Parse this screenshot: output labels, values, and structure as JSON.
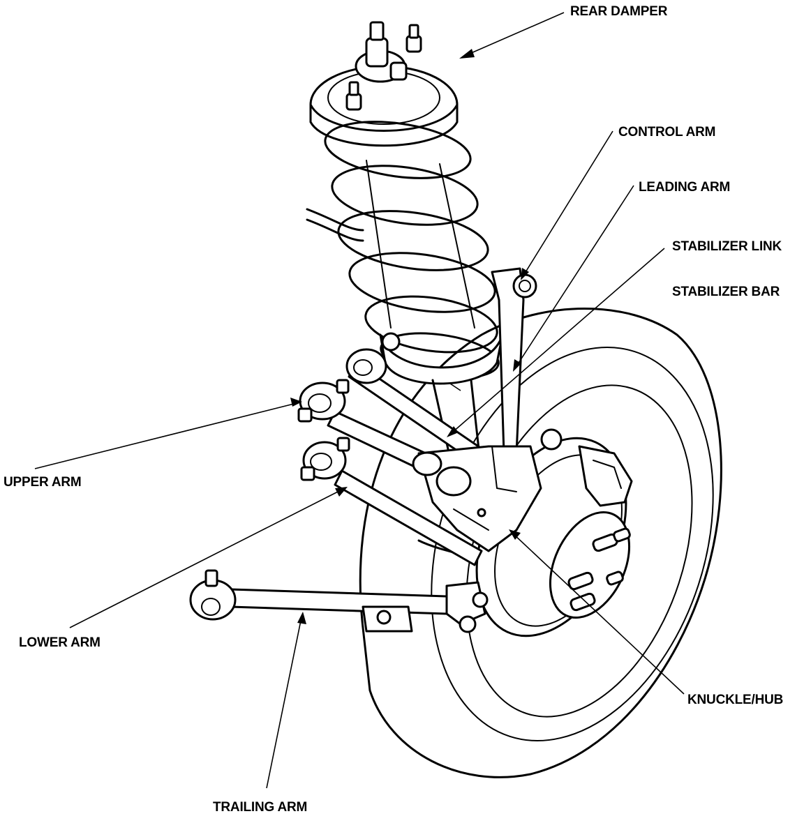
{
  "labels": {
    "rear_damper": "REAR DAMPER",
    "control_arm": "CONTROL ARM",
    "leading_arm": "LEADING ARM",
    "stabilizer_link": "STABILIZER LINK",
    "stabilizer_bar": "STABILIZER BAR",
    "upper_arm": "UPPER ARM",
    "lower_arm": "LOWER ARM",
    "knuckle_hub": "KNUCKLE/HUB",
    "trailing_arm": "TRAILING ARM"
  },
  "colors": {
    "ink": "#000000",
    "background": "#ffffff"
  }
}
